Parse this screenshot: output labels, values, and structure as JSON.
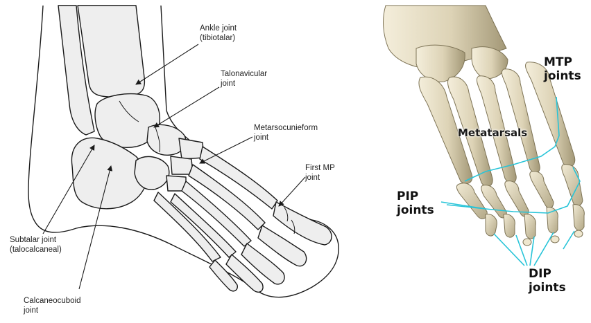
{
  "left_diagram": {
    "labels": {
      "ankle": "Ankle joint\n(tibiotalar)",
      "talonavicular": "Talonavicular\njoint",
      "metarso": "Metarsocunieform\njoint",
      "first_mp": "First MP\njoint",
      "subtalar": "Subtalar joint\n(talocalcaneal)",
      "calcaneocuboid": "Calcaneocuboid\njoint"
    }
  },
  "right_diagram": {
    "labels": {
      "mtp": "MTP\njoints",
      "metatarsals": "Metatarsals",
      "pip": "PIP\njoints",
      "dip": "DIP\njoints"
    },
    "line_color": "#27c4d8"
  },
  "colors": {
    "bone_left": "#eeeeee",
    "outline": "#1a1a1a",
    "bone_right": "#e4dcc3",
    "bone_right_shadow": "#8d8364"
  }
}
